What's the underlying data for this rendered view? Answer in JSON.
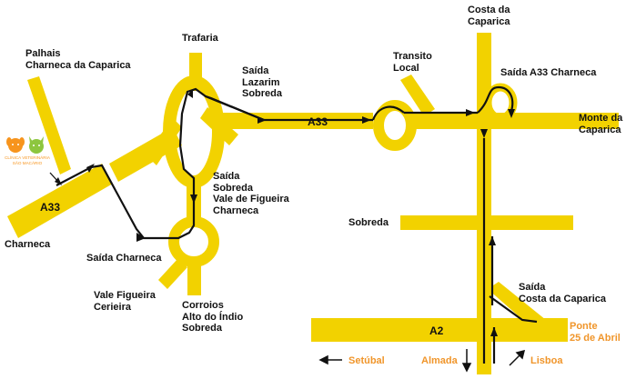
{
  "colors": {
    "road": "#f2d200",
    "route": "#111111",
    "accent_text": "#f0952a",
    "logo_green": "#8dc63f",
    "logo_orange": "#f7941d"
  },
  "roads": {
    "a33_label": "A33",
    "a33_left_label": "A33",
    "a2_label": "A2"
  },
  "places": {
    "palhais": "Palhais\nCharneca da Caparica",
    "trafaria": "Trafaria",
    "saida_lazarim": "Saída\nLazarim\nSobreda",
    "transito_local": "Transito\nLocal",
    "costa_caparica": "Costa da\nCaparica",
    "saida_a33_charneca": "Saída A33 Charneca",
    "monte_caparica": "Monte da\nCaparica",
    "saida_sobreda_vf": "Saída\nSobreda\nVale de Figueira\nCharneca",
    "sobreda": "Sobreda",
    "charneca": "Charneca",
    "saida_charneca": "Saída Charneca",
    "vale_figueira": "Vale Figueira\nCerieira",
    "corroios": "Corroios\nAlto do Índio\nSobreda",
    "saida_costa": "Saída\nCosta da Caparica",
    "ponte": "Ponte\n25 de Abril",
    "setubal": "Setúbal",
    "almada": "Almada",
    "lisboa": "Lisboa"
  },
  "logo": {
    "name": "São Macário",
    "line1": "CLÍNICA VETERINÁRIA",
    "line2": "SÃO MACÁRIO",
    "icon": "dog-and-cat-heads-icon"
  },
  "icons": {
    "arrow_setubal": "arrow-left-icon",
    "arrow_almada": "arrow-down-icon",
    "arrow_lisboa": "arrow-up-right-icon"
  }
}
